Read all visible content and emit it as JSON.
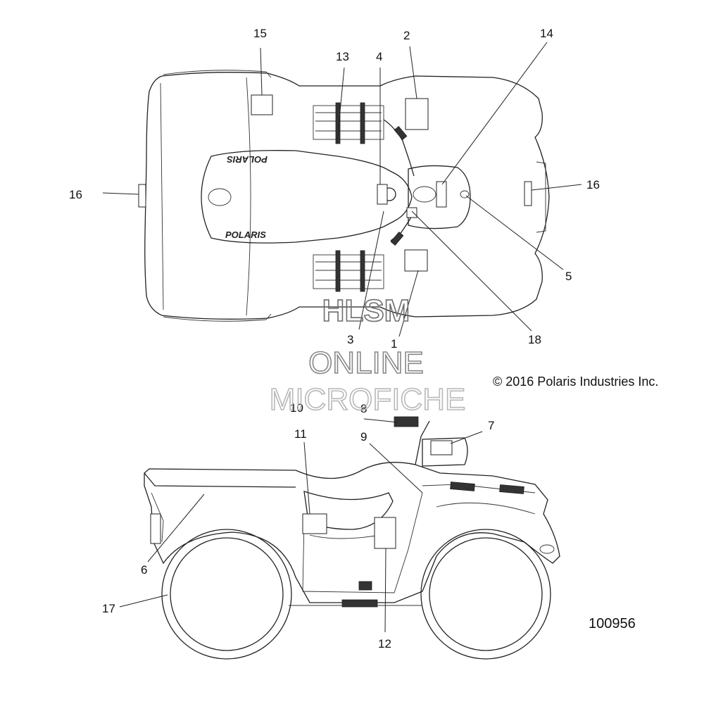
{
  "watermark": {
    "line1": "HLSM",
    "line2": "ONLINE",
    "line3": "MICROFICHE"
  },
  "copyright": "© 2016 Polaris Industries Inc.",
  "figure_number": "100956",
  "brand_decal_text": "POLARIS",
  "callouts": {
    "c1": "1",
    "c2": "2",
    "c3": "3",
    "c4": "4",
    "c5": "5",
    "c6": "6",
    "c7": "7",
    "c8": "8",
    "c9": "9",
    "c10": "10",
    "c11": "11",
    "c12": "12",
    "c13": "13",
    "c14": "14",
    "c15": "15",
    "c16_left": "16",
    "c16_right": "16",
    "c17": "17",
    "c18": "18"
  },
  "colors": {
    "line": "#222222",
    "watermark_dark": "#6d6d6d",
    "watermark_light": "#b8b8b8"
  }
}
